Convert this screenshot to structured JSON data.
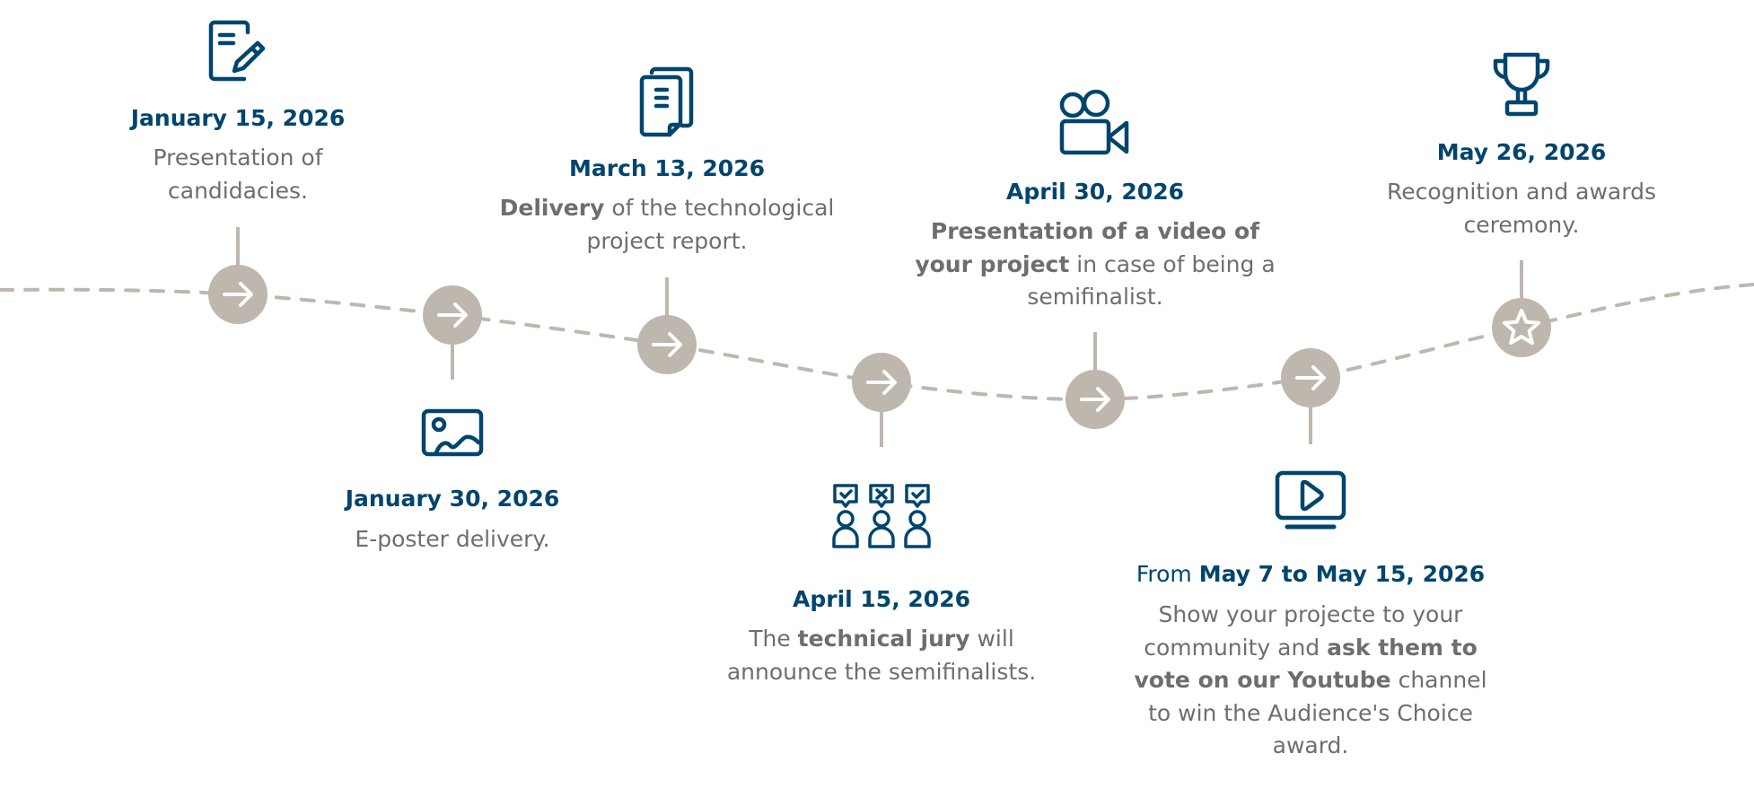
{
  "colors": {
    "primary": "#00456e",
    "text": "#6d6e70",
    "track": "#bdb7ae",
    "node_glyph": "#ffffff"
  },
  "milestones": [
    {
      "icon": "document-edit-icon",
      "node_icon": "arrow-right-icon",
      "position": "above",
      "date_prefix": "",
      "date": "January 15, 2026",
      "desc_parts": [
        {
          "text": "Presentation of candidacies.",
          "bold": false
        }
      ]
    },
    {
      "icon": "image-icon",
      "node_icon": "arrow-right-icon",
      "position": "below",
      "date_prefix": "",
      "date": "January 30, 2026",
      "desc_parts": [
        {
          "text": "E-poster delivery.",
          "bold": false
        }
      ]
    },
    {
      "icon": "documents-icon",
      "node_icon": "arrow-right-icon",
      "position": "above",
      "date_prefix": "",
      "date": "March 13, 2026",
      "desc_parts": [
        {
          "text": "Delivery",
          "bold": true
        },
        {
          "text": " of the technological project report.",
          "bold": false
        }
      ]
    },
    {
      "icon": "jury-vote-icon",
      "node_icon": "arrow-right-icon",
      "position": "below",
      "date_prefix": "",
      "date": "April 15, 2026",
      "desc_parts": [
        {
          "text": "The ",
          "bold": false
        },
        {
          "text": "technical jury",
          "bold": true
        },
        {
          "text": " will announce the semifinalists.",
          "bold": false
        }
      ]
    },
    {
      "icon": "video-camera-icon",
      "node_icon": "arrow-right-icon",
      "position": "above",
      "date_prefix": "",
      "date": "April 30, 2026",
      "desc_parts": [
        {
          "text": "Presentation of a video of your project",
          "bold": true
        },
        {
          "text": " in case of being a semifinalist.",
          "bold": false
        }
      ]
    },
    {
      "icon": "video-play-icon",
      "node_icon": "arrow-right-icon",
      "position": "below",
      "date_prefix": "From ",
      "date": "May 7 to May 15, 2026",
      "desc_parts": [
        {
          "text": "Show your projecte to your community and ",
          "bold": false
        },
        {
          "text": "ask them to vote on our Youtube",
          "bold": true
        },
        {
          "text": " channel to win the Audience's Choice award.",
          "bold": false
        }
      ]
    },
    {
      "icon": "trophy-icon",
      "node_icon": "star-icon",
      "position": "above",
      "date_prefix": "",
      "date": "May 26, 2026",
      "desc_parts": [
        {
          "text": "Recognition and awards ceremony.",
          "bold": false
        }
      ]
    }
  ]
}
